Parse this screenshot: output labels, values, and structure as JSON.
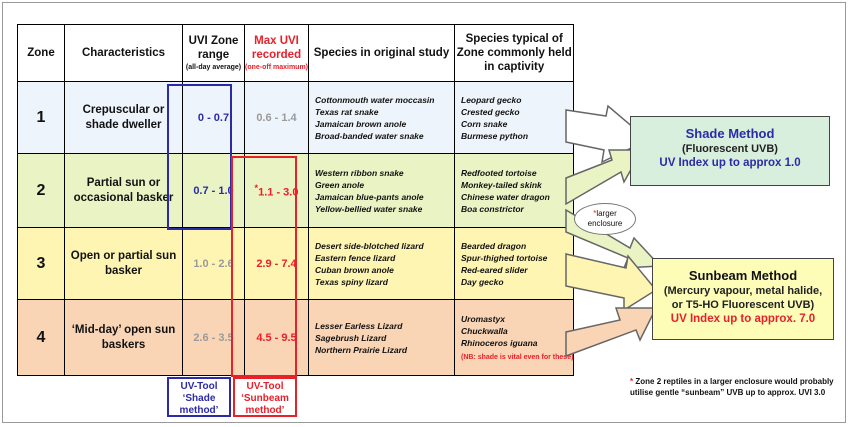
{
  "headers": {
    "zone": "Zone",
    "characteristics": "Characteristics",
    "uvi_range": "UVI Zone range",
    "uvi_range_sub": "(all-day average)",
    "max_uvi": "Max UVI recorded",
    "max_uvi_sub": "(one-off maximum)",
    "species_study": "Species in original study",
    "species_captivity": "Species typical of Zone commonly held in captivity"
  },
  "rows": [
    {
      "zone": "1",
      "characteristics": "Crepuscular or shade dweller",
      "uvi_range": "0 - 0.7",
      "max_uvi": "0.6 - 1.4",
      "max_marker": "",
      "species": [
        "Cottonmouth water moccasin",
        "Texas rat snake",
        "Jamaican brown anole",
        "Broad-banded water snake"
      ],
      "captive": [
        "Leopard gecko",
        "Crested gecko",
        "Corn snake",
        "Burmese python"
      ],
      "note": ""
    },
    {
      "zone": "2",
      "characteristics": "Partial sun or occasional basker",
      "uvi_range": "0.7 - 1.0",
      "max_uvi": "1.1 - 3.0",
      "max_marker": "*",
      "species": [
        "Western ribbon snake",
        "Green anole",
        "Jamaican blue-pants anole",
        "Yellow-bellied water snake"
      ],
      "captive": [
        "Redfooted tortoise",
        "Monkey-tailed skink",
        "Chinese water dragon",
        "Boa constrictor"
      ],
      "note": ""
    },
    {
      "zone": "3",
      "characteristics": "Open or partial sun basker",
      "uvi_range": "1.0 - 2.6",
      "max_uvi": "2.9 - 7.4",
      "max_marker": "",
      "species": [
        "Desert side-blotched lizard",
        "Eastern fence lizard",
        "Cuban brown anole",
        "Texas spiny lizard"
      ],
      "captive": [
        "Bearded dragon",
        "Spur-thighed tortoise",
        "Red-eared slider",
        "Day gecko"
      ],
      "note": ""
    },
    {
      "zone": "4",
      "characteristics": "‘Mid-day’ open sun baskers",
      "uvi_range": "2.6 - 3.5",
      "max_uvi": "4.5 - 9.5",
      "max_marker": "",
      "species": [
        "Lesser Earless Lizard",
        "Sagebrush Lizard",
        "Northern Prairie Lizard"
      ],
      "captive": [
        "Uromastyx",
        "Chuckwalla",
        "Rhinoceros iguana"
      ],
      "note": "(NB: shade is vital even for these)"
    }
  ],
  "tools": {
    "shade": "UV-Tool ‘Shade method’",
    "sunbeam": "UV-Tool ‘Sunbeam method’"
  },
  "shade_method": {
    "title": "Shade Method",
    "subtitle": "(Fluorescent UVB)",
    "uv": "UV Index up to approx 1.0"
  },
  "sunbeam_method": {
    "title": "Sunbeam Method",
    "subtitle": "(Mercury vapour, metal halide, or T5-HO Fluorescent UVB)",
    "uv": "UV Index up to approx. 7.0"
  },
  "enclosure_label": "larger enclosure",
  "enclosure_marker": "*",
  "footnote_marker": "*",
  "footnote": "Zone 2 reptiles in a larger enclosure would probably utilise gentle “sunbeam” UVB up to approx. UVI 3.0",
  "colors": {
    "blue": "#2b2ba8",
    "red": "#e8202a",
    "zone1": "#eef4fb",
    "zone2": "#e9f3c4",
    "zone3": "#fff5b3",
    "zone4": "#f9d5b6",
    "shade_box": "#d8efde",
    "sunbeam_box": "#fdfdb8"
  }
}
